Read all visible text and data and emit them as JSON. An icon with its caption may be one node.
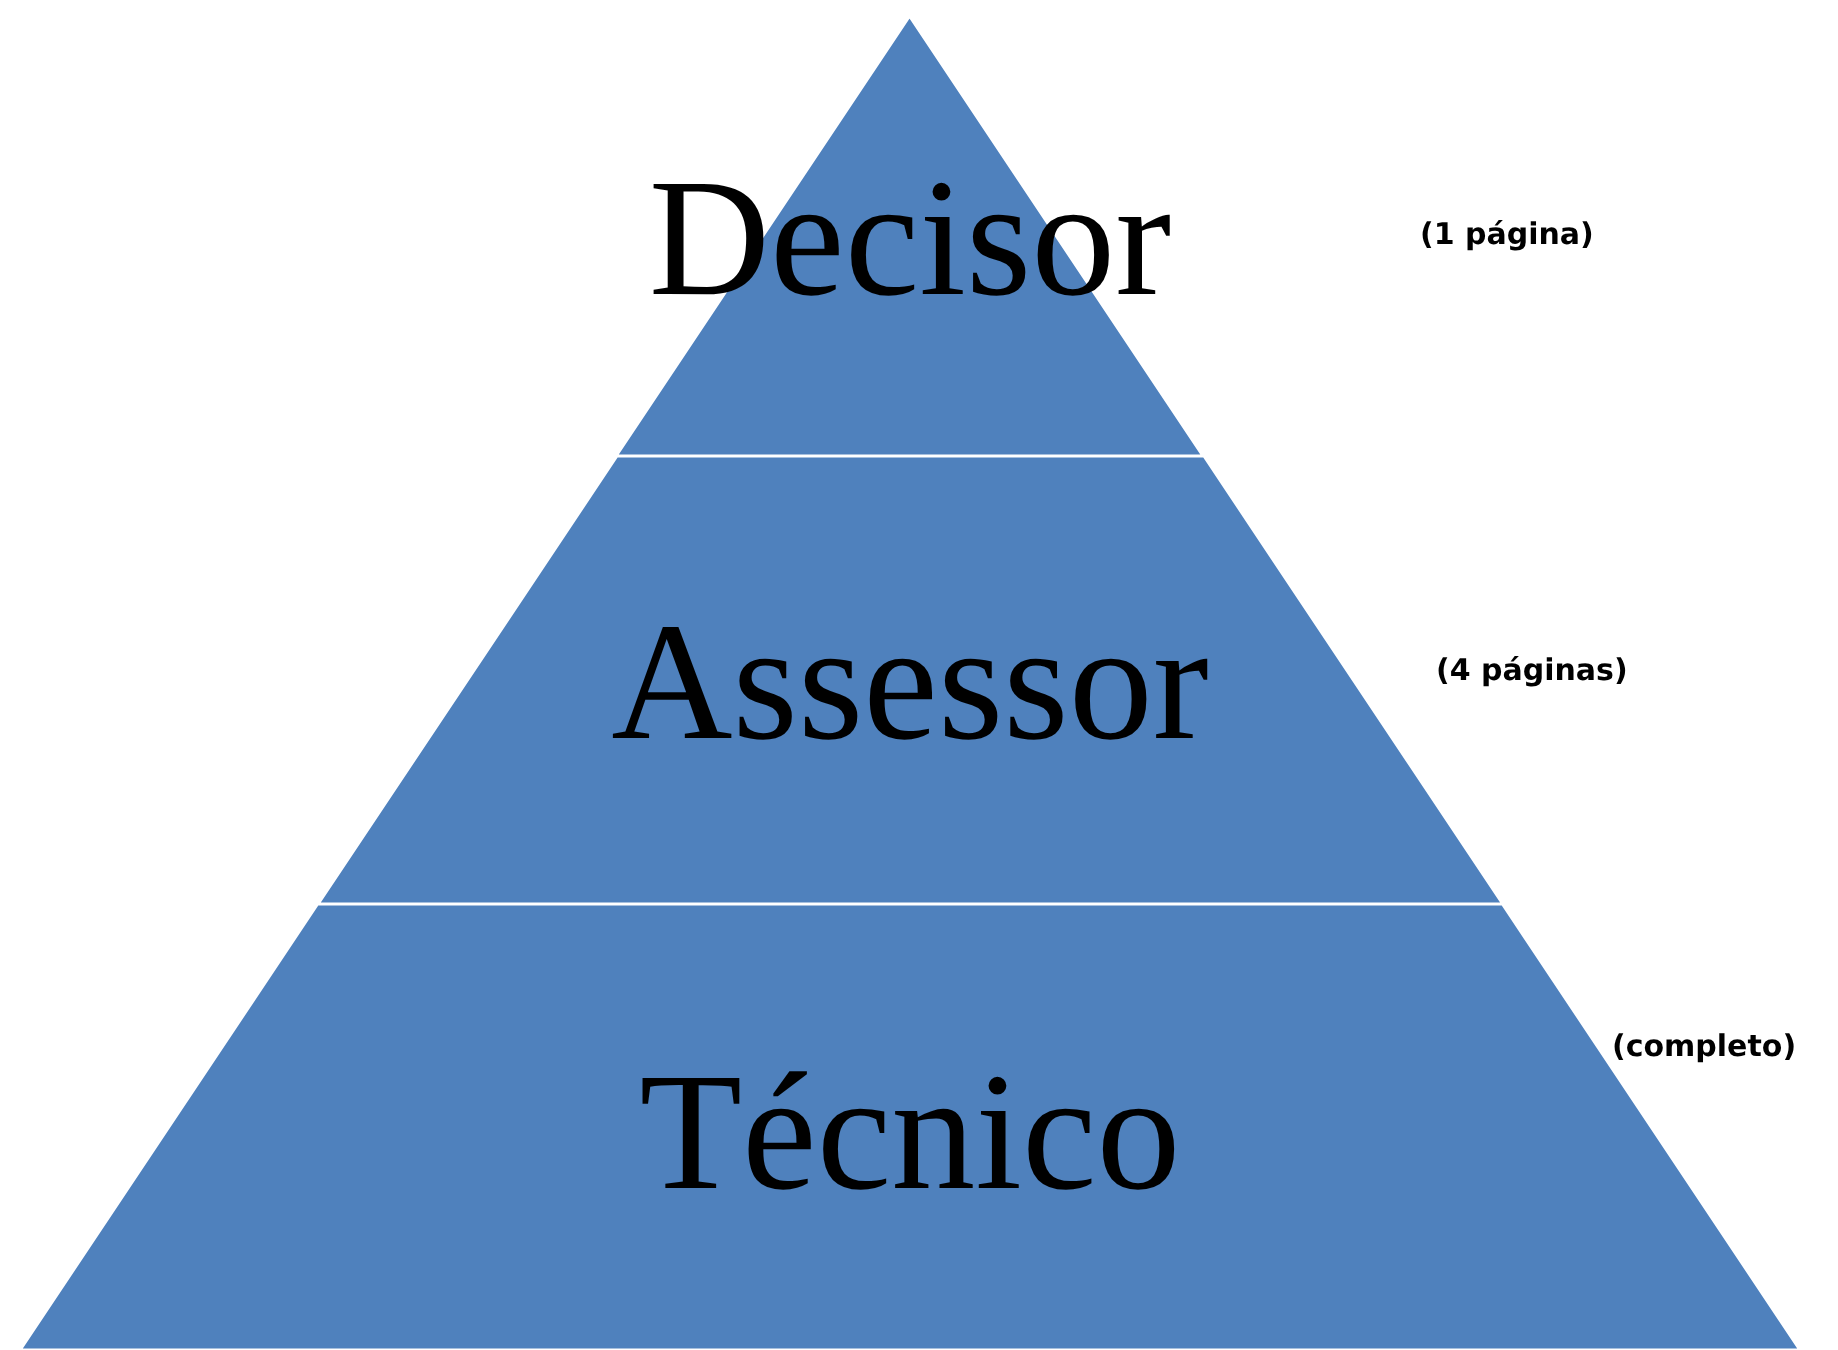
{
  "diagram": {
    "nodes": [
      {
        "text": [
          "Decisor"
        ]
      },
      {
        "text": [
          "Assessor"
        ],
        "beside": [
          "(4 páginas)"
        ]
      },
      {
        "text": [
          "Técnico"
        ],
        "beside": [
          "(completo)"
        ]
      }
    ],
    "labels": [
      "(1 página)"
    ]
  }
}
